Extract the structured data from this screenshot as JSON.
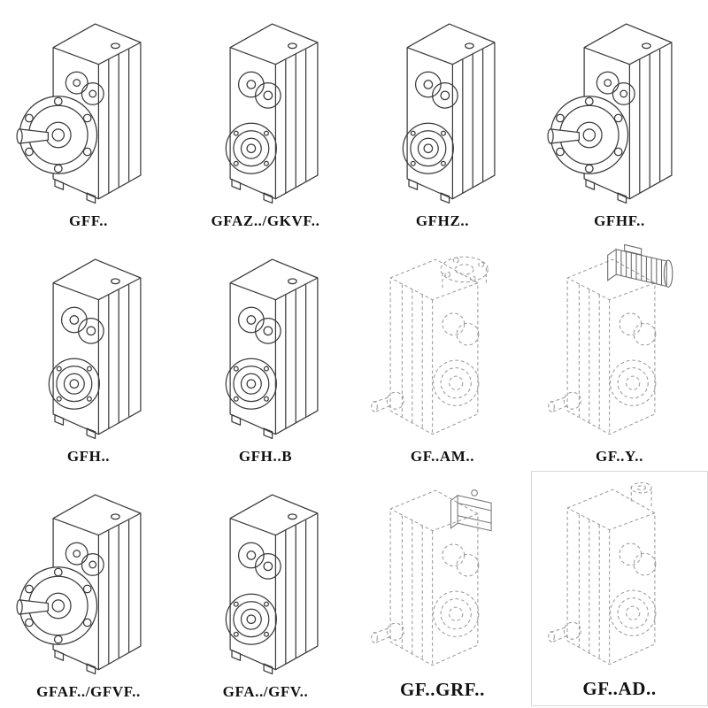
{
  "colors": {
    "solid_line": "#3a3a3a",
    "dashed_line": "#9a9a9a",
    "label_text": "#111111"
  },
  "catalog": {
    "items": [
      {
        "label": "GFF..",
        "drawing": "gearbox-output-flange-drawing",
        "line_style": "solid"
      },
      {
        "label": "GFAZ../GKVF..",
        "drawing": "gearbox-hollow-shaft-drawing",
        "line_style": "solid"
      },
      {
        "label": "GFHZ..",
        "drawing": "gearbox-hollow-shaft-drawing",
        "line_style": "solid"
      },
      {
        "label": "GFHF..",
        "drawing": "gearbox-output-flange-drawing",
        "line_style": "solid"
      },
      {
        "label": "GFH..",
        "drawing": "gearbox-hollow-shaft-drawing",
        "line_style": "solid"
      },
      {
        "label": "GFH..B",
        "drawing": "gearbox-hollow-shaft-drawing",
        "line_style": "solid"
      },
      {
        "label": "GF..AM..",
        "drawing": "gearbox-motor-flange-adapter-drawing",
        "line_style": "dashed"
      },
      {
        "label": "GF..Y..",
        "drawing": "gearbox-with-motor-drawing",
        "line_style": "dashed"
      },
      {
        "label": "GFAF../GFVF..",
        "drawing": "gearbox-output-flange-drawing",
        "line_style": "solid"
      },
      {
        "label": "GFA../GFV..",
        "drawing": "gearbox-hollow-shaft-drawing",
        "line_style": "solid"
      },
      {
        "label": "GF..GRF..",
        "drawing": "gearbox-adapter-block-drawing",
        "line_style": "dashed"
      },
      {
        "label": "GF..AD..",
        "drawing": "gearbox-input-adapter-drawing",
        "line_style": "dashed"
      }
    ]
  }
}
